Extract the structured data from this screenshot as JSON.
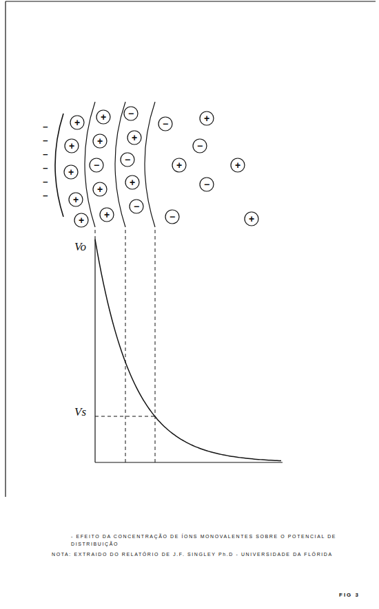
{
  "diagram": {
    "caption": "- EFEITO DA CONCENTRAÇÃO DE ÍONS MONOVALENTES SOBRE O POTENCIAL DE DISTRIBUIÇÃO",
    "nodes": [
      {
        "text": [
          "+"
        ]
      },
      {
        "text": [
          "+"
        ]
      },
      {
        "text": [
          "+"
        ]
      },
      {
        "text": [
          "+"
        ]
      },
      {
        "text": [
          "+"
        ]
      },
      {
        "text": [
          "+"
        ]
      },
      {
        "text": [
          "+"
        ]
      },
      {
        "text": [
          "−"
        ]
      },
      {
        "text": [
          "+"
        ]
      },
      {
        "text": [
          "+"
        ]
      },
      {
        "text": [
          "−"
        ]
      },
      {
        "text": [
          "+"
        ]
      },
      {
        "text": [
          "−"
        ]
      },
      {
        "text": [
          "+"
        ]
      },
      {
        "text": [
          "−"
        ]
      },
      {
        "text": [
          "−"
        ]
      },
      {
        "text": [
          "+"
        ]
      },
      {
        "text": [
          "−"
        ]
      },
      {
        "text": [
          "+"
        ]
      },
      {
        "text": [
          "+"
        ]
      },
      {
        "text": [
          "−"
        ]
      },
      {
        "text": [
          "−"
        ]
      },
      {
        "text": [
          "+"
        ]
      }
    ],
    "labels": [
      "−",
      "−",
      "−",
      "−",
      "−",
      "−",
      "Vo",
      "Vs",
      "NOTA: EXTRAIDO DO RELATÓRIO DE J.F. SINGLEY Ph.D - UNIVERSIDADE DA FLÓRIDA",
      "FIG 3"
    ]
  }
}
